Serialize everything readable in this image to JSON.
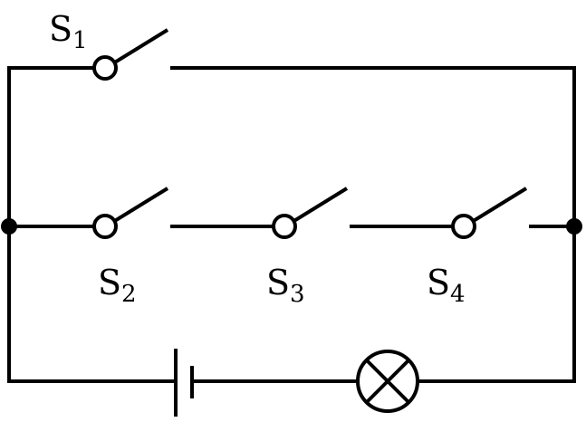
{
  "switches": {
    "s1": {
      "letter": "S",
      "index": "1"
    },
    "s2": {
      "letter": "S",
      "index": "2"
    },
    "s3": {
      "letter": "S",
      "index": "3"
    },
    "s4": {
      "letter": "S",
      "index": "4"
    }
  },
  "colors": {
    "line": "#000000",
    "background": "#ffffff"
  }
}
